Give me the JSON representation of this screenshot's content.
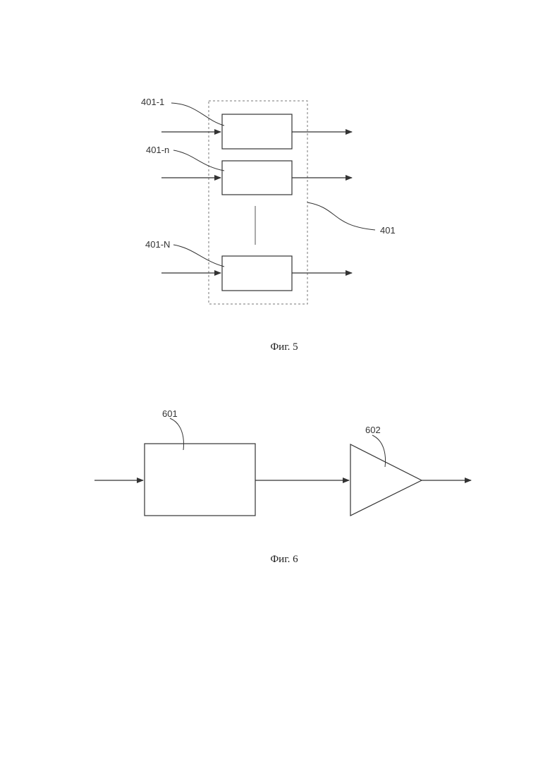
{
  "figure5": {
    "caption": "Фиг. 5",
    "group_label": "401",
    "block_labels": [
      "401-1",
      "401-n",
      "401-N"
    ]
  },
  "figure6": {
    "caption": "Фиг. 6",
    "block_label": "601",
    "amplifier_label": "602"
  },
  "colors": {
    "line": "#333333",
    "dashed_border": "#777777"
  }
}
